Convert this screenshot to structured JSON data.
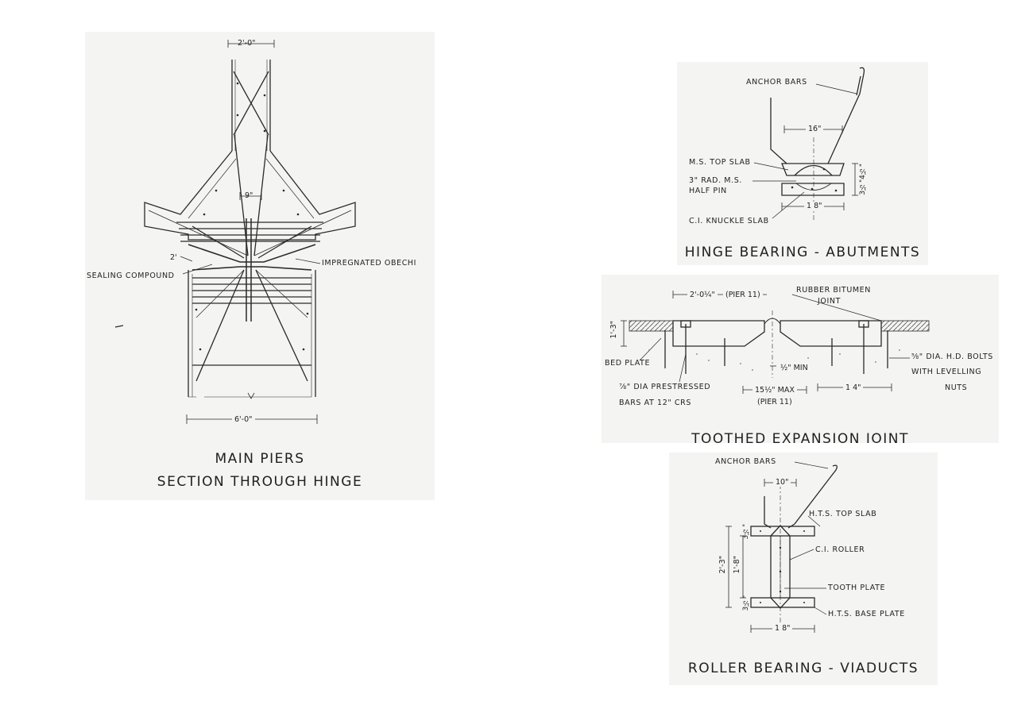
{
  "main_piers": {
    "caption_line1": "MAIN PIERS",
    "caption_line2": "SECTION THROUGH HINGE",
    "dim_top": "2'-0\"",
    "dim_hinge": "9\"",
    "dim_bottom": "6'-0\"",
    "dim_side": "2'",
    "label_sealing": "SEALING COMPOUND",
    "label_obechi": "IMPREGNATED OBECHI"
  },
  "hinge_bearing": {
    "caption": "HINGE BEARING - ABUTMENTS",
    "label_anchor": "ANCHOR BARS",
    "label_top_slab": "M.S. TOP SLAB",
    "label_pin_1": "3\" RAD. M.S.",
    "label_pin_2": "HALF PIN",
    "label_knuckle": "C.I. KNUCKLE SLAB",
    "dim_16": "16\"",
    "dim_18": "1 8\"",
    "dim_side": "3½\"4½\""
  },
  "expansion_joint": {
    "caption": "TOOTHED EXPANSION JOINT",
    "dim_span": "2'-0¼\"",
    "dim_span_note": "(PIER 11)",
    "label_rubber_1": "RUBBER BITUMEN",
    "label_rubber_2": "JOINT",
    "dim_height": "1'-3\"",
    "label_bed_plate": "BED PLATE",
    "dim_min": "½\" MIN",
    "label_bolts_1": "⅝\" DIA. H.D. BOLTS",
    "label_bolts_2": "WITH LEVELLING",
    "label_bolts_3": "NUTS",
    "label_bars_1": "⅞\" DIA PRESTRESSED",
    "label_bars_2": "BARS AT 12\" CRS",
    "dim_max": "15½\" MAX",
    "dim_max_note": "(PIER 11)",
    "dim_14": "1 4\""
  },
  "roller_bearing": {
    "caption": "ROLLER BEARING - VIADUCTS",
    "label_anchor": "ANCHOR BARS",
    "dim_10": "10\"",
    "label_top_slab": "H.T.S. TOP SLAB",
    "label_roller": "C.I. ROLLER",
    "label_tooth": "TOOTH PLATE",
    "label_base": "H.T.S. BASE PLATE",
    "dim_18": "1 8\"",
    "dim_total": "2'-3\"",
    "dim_inner": "1'-8\"",
    "dim_plate_top": "3½\"",
    "dim_plate_bottom": "3½\""
  }
}
